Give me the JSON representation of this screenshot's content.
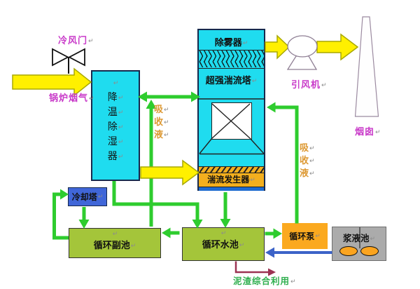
{
  "colors": {
    "cyan": "#1FDCEF",
    "green": "#2ECC2E",
    "yellow": "#FFF000",
    "yellow_border": "#A8A800",
    "olive": "#A4C53A",
    "blue_box": "#4066D8",
    "orange_box": "#FBA91F",
    "gray_box": "#ABABAB",
    "amber": "#F3AF1E",
    "dark_blue_strip": "#1E6BD0",
    "blue_line": "#3C63C8",
    "maroon": "#9C3353",
    "magenta_text": "#C93BC9",
    "orange_text": "#DD9933",
    "green_text": "#2FAF4E",
    "mark_gray": "#8C8C8C"
  },
  "return_mark": "↵",
  "labels": {
    "cold_air_door": "冷风门",
    "boiler_flue_gas": "锅炉烟气",
    "induced_draft_fan": "引风机",
    "chimney": "烟囱",
    "sludge_utilization": "泥渣综合利用"
  },
  "equipment": {
    "dehumidifier_chars": [
      "降",
      "温",
      "除",
      "湿",
      "器"
    ],
    "demister": "除雾器",
    "turbulent_tower": "超强湍流塔",
    "turbulence_generator": "湍流发生器",
    "cooling_tower": "冷却塔",
    "aux_pool": "循环副池",
    "main_pool": "循环水池",
    "pump": "循环泵",
    "slurry_pool": "浆液池"
  },
  "streams": {
    "absorption_left_chars": [
      "吸",
      "收",
      "液"
    ],
    "absorption_right_chars": [
      "吸",
      "收",
      "液"
    ]
  }
}
